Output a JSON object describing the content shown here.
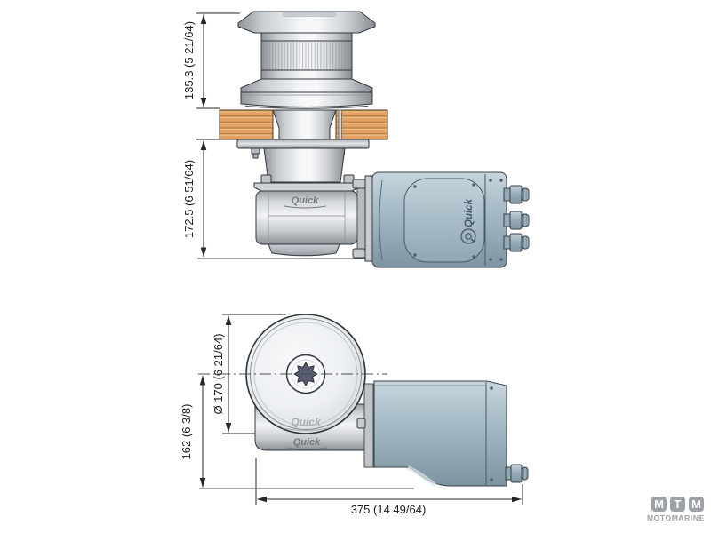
{
  "top_view": {
    "dim_height_above_deck": "135.3 (5 21/64)",
    "dim_height_below_deck": "172.5 (6 51/64)",
    "gearbox_logo": "Quick",
    "motor_logo": "Quick"
  },
  "bottom_view": {
    "dim_drum_diameter": "Ø 170 (6 21/64)",
    "dim_axis_to_base": "162 (6 3/8)",
    "dim_overall_length": "375 (14 49/64)",
    "drum_logo": "Quick",
    "gearbox_logo": "Quick"
  },
  "watermark": {
    "letters": [
      "M",
      "T",
      "M"
    ],
    "subtitle": "MOTOMARINE"
  },
  "colors": {
    "motor_body": "#a9bec9",
    "deck_wood": "#e3a263",
    "metal_light": "#eef0f2",
    "star_center": "#585c70",
    "dimension_line": "#24282c",
    "watermark_gray": "#9ca2a8"
  }
}
